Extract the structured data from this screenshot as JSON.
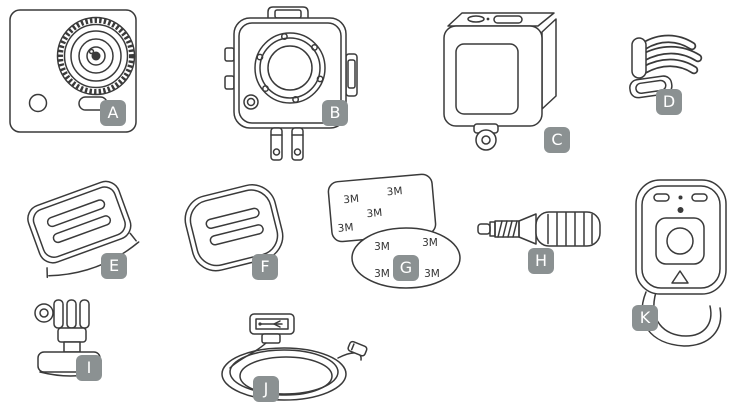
{
  "figure": {
    "background": "#ffffff",
    "badge_color": "#8b9192",
    "badge_text_color": "#ffffff",
    "line_color": "#3a3a3a"
  },
  "items": [
    {
      "letter": "A",
      "name": "action-camera"
    },
    {
      "letter": "B",
      "name": "waterproof-housing"
    },
    {
      "letter": "C",
      "name": "protective-frame"
    },
    {
      "letter": "D",
      "name": "quick-release-buckle"
    },
    {
      "letter": "E",
      "name": "curved-adhesive-mount"
    },
    {
      "letter": "F",
      "name": "flat-adhesive-mount"
    },
    {
      "letter": "G",
      "name": "adhesive-sticker-set"
    },
    {
      "letter": "H",
      "name": "thumb-screw"
    },
    {
      "letter": "I",
      "name": "tripod-mount-adapter"
    },
    {
      "letter": "J",
      "name": "usb-cable"
    },
    {
      "letter": "K",
      "name": "remote-control"
    }
  ],
  "stickers": {
    "brand_text": "3M"
  }
}
